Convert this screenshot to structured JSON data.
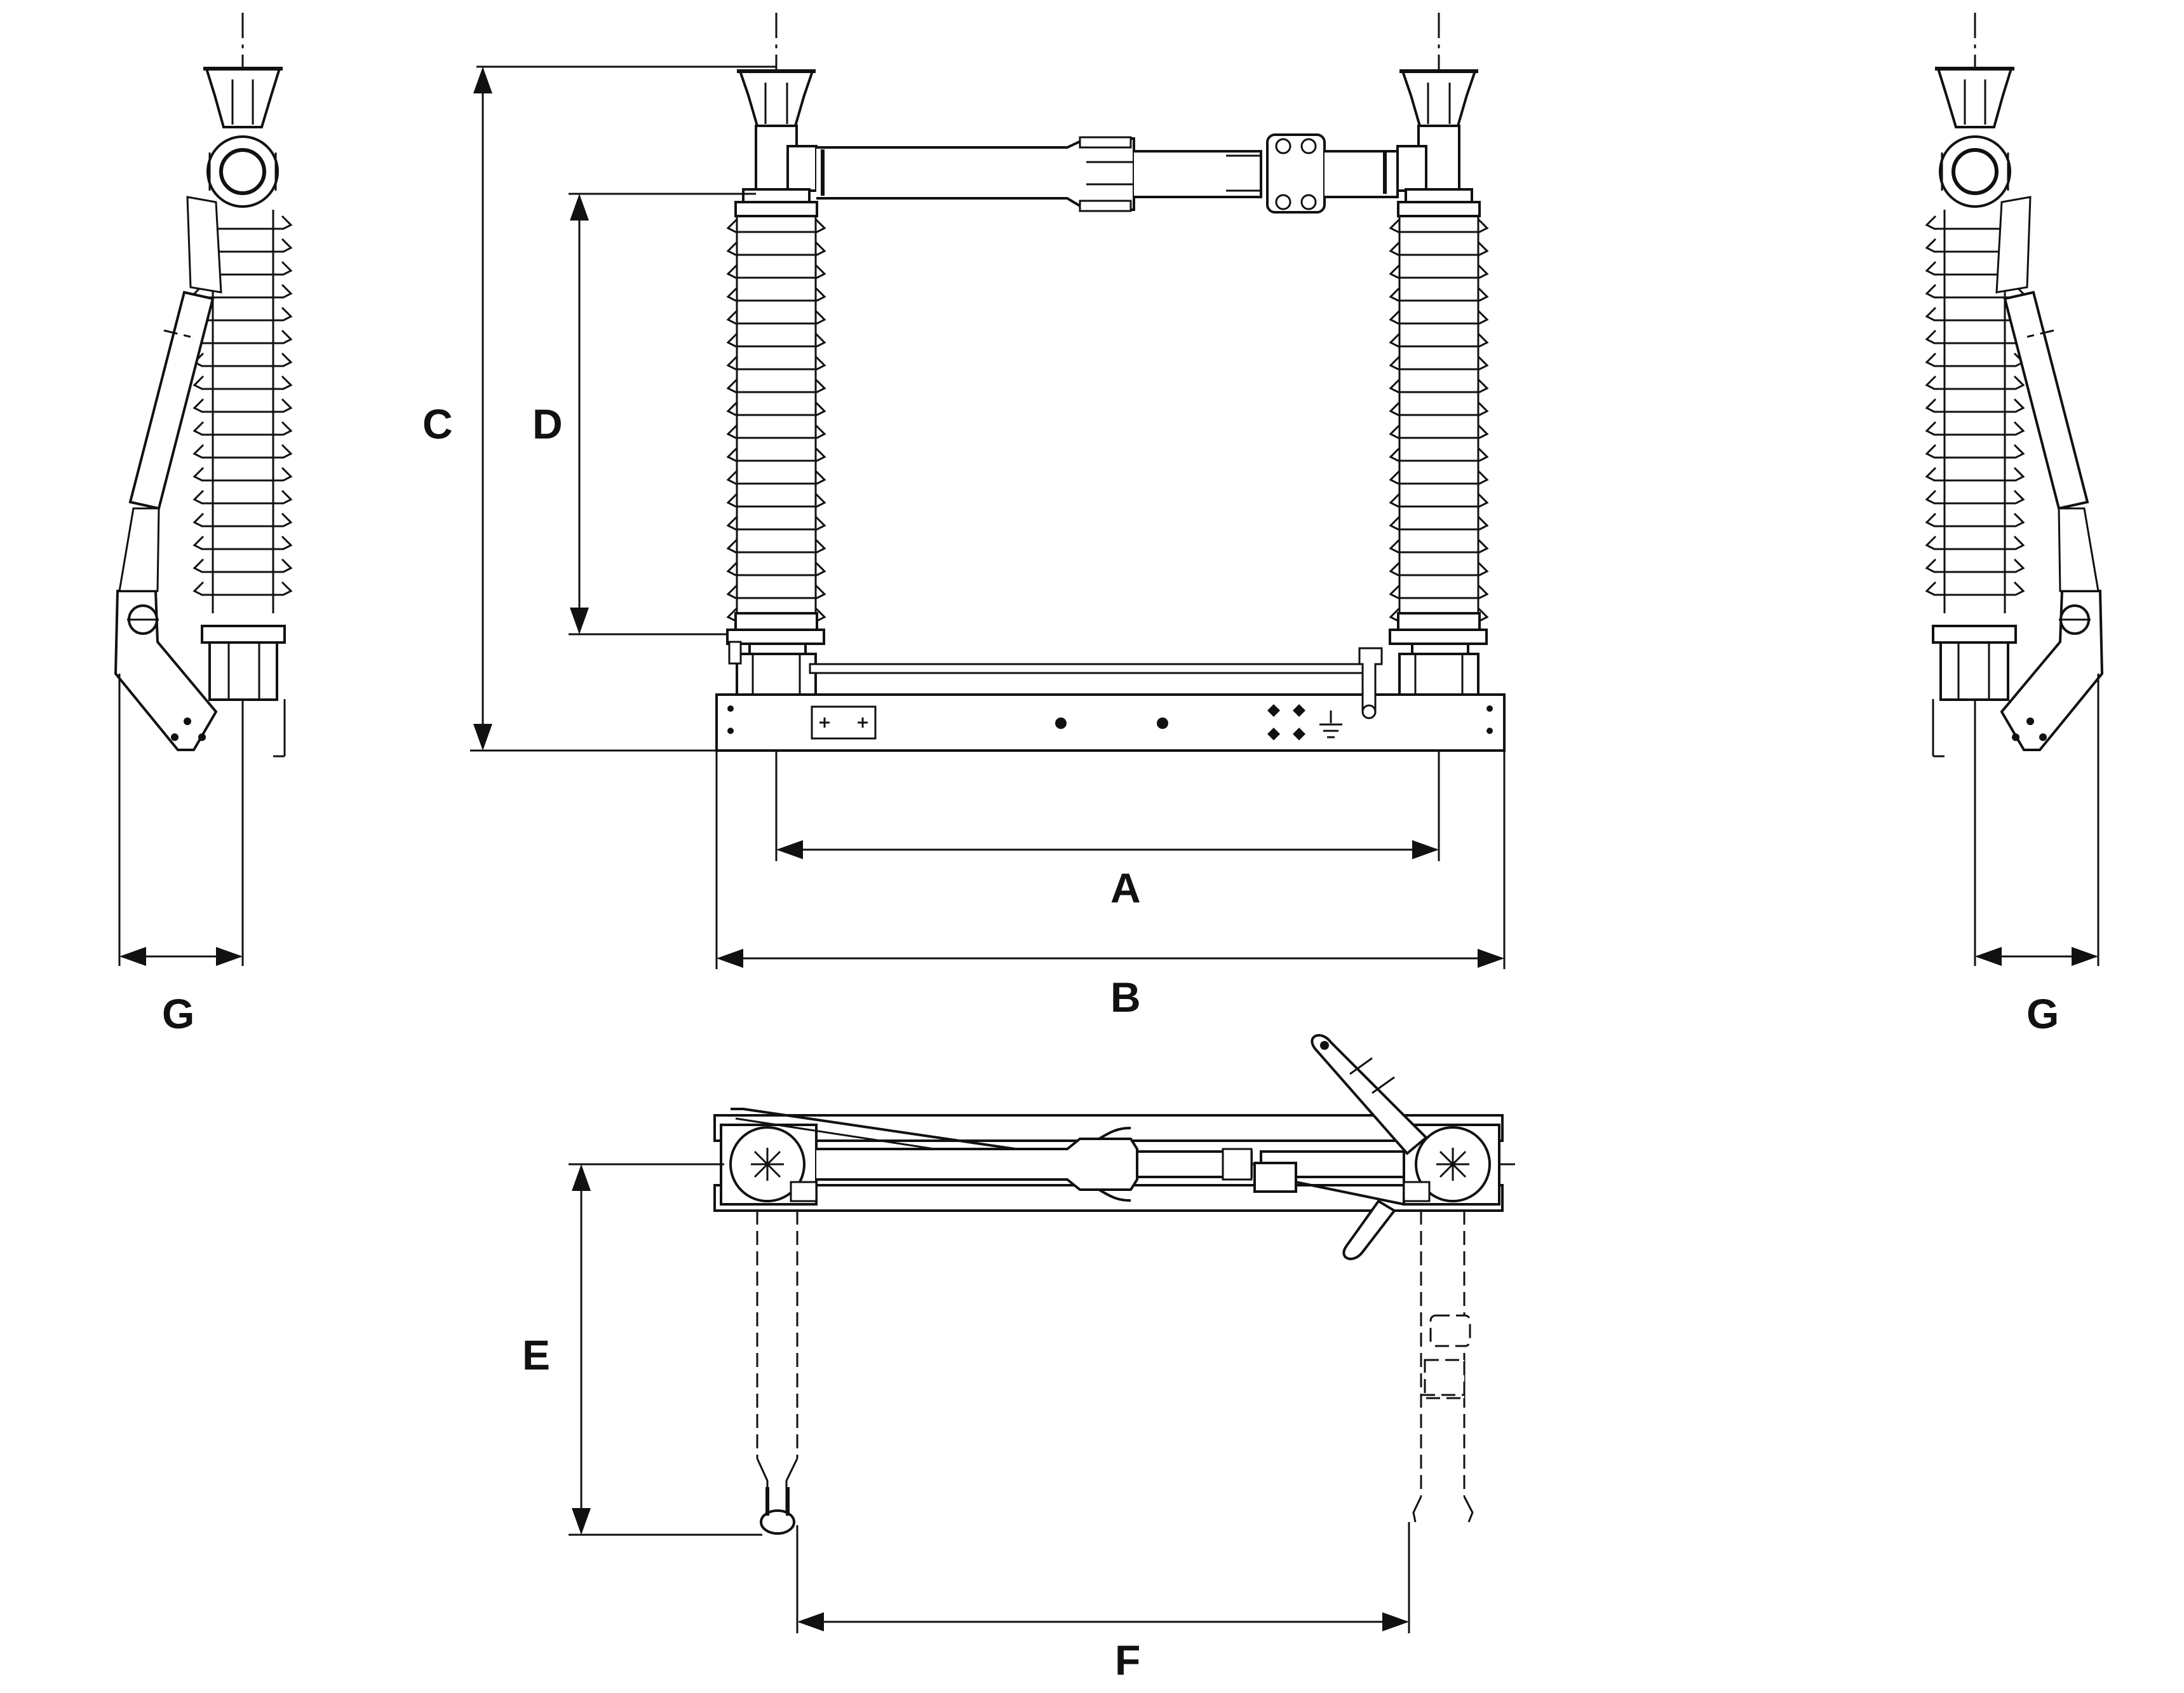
{
  "dimension_labels": {
    "A": "A",
    "B": "B",
    "C": "C",
    "D": "D",
    "E": "E",
    "F": "F",
    "G_left": "G",
    "G_right": "G"
  },
  "icons": {
    "ground": "ground-symbol-icon",
    "star": "star-mark-icon"
  }
}
